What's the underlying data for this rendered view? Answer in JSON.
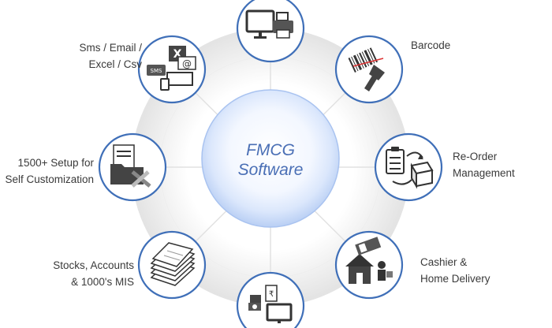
{
  "center": {
    "line1": "FMCG",
    "line2": "Software"
  },
  "features": [
    {
      "id": "printing",
      "label": "",
      "icon": "monitor-printer-icon"
    },
    {
      "id": "barcode",
      "label": "Barcode",
      "icon": "barcode-scanner-icon"
    },
    {
      "id": "reorder",
      "label": "Re-Order\nManagement",
      "icon": "clipboard-box-icon"
    },
    {
      "id": "delivery",
      "label": "Cashier &\nHome Delivery",
      "icon": "house-delivery-icon"
    },
    {
      "id": "payments",
      "label": "",
      "icon": "cash-monitor-icon"
    },
    {
      "id": "mis",
      "label": "Stocks, Accounts\n& 1000's MIS",
      "icon": "paper-stack-icon"
    },
    {
      "id": "customization",
      "label": "1500+ Setup for\nSelf Customization",
      "icon": "folder-tools-icon"
    },
    {
      "id": "messaging",
      "label": "Sms / Email /\nExcel / Csv",
      "icon": "sms-email-excel-icon"
    }
  ],
  "colors": {
    "node_border": "#3f6fb8",
    "ring": "#e6e6e6",
    "hub_edge": "#a9c3f0",
    "hub_text": "#4a6fb5",
    "label_text": "#3a3a3a"
  }
}
